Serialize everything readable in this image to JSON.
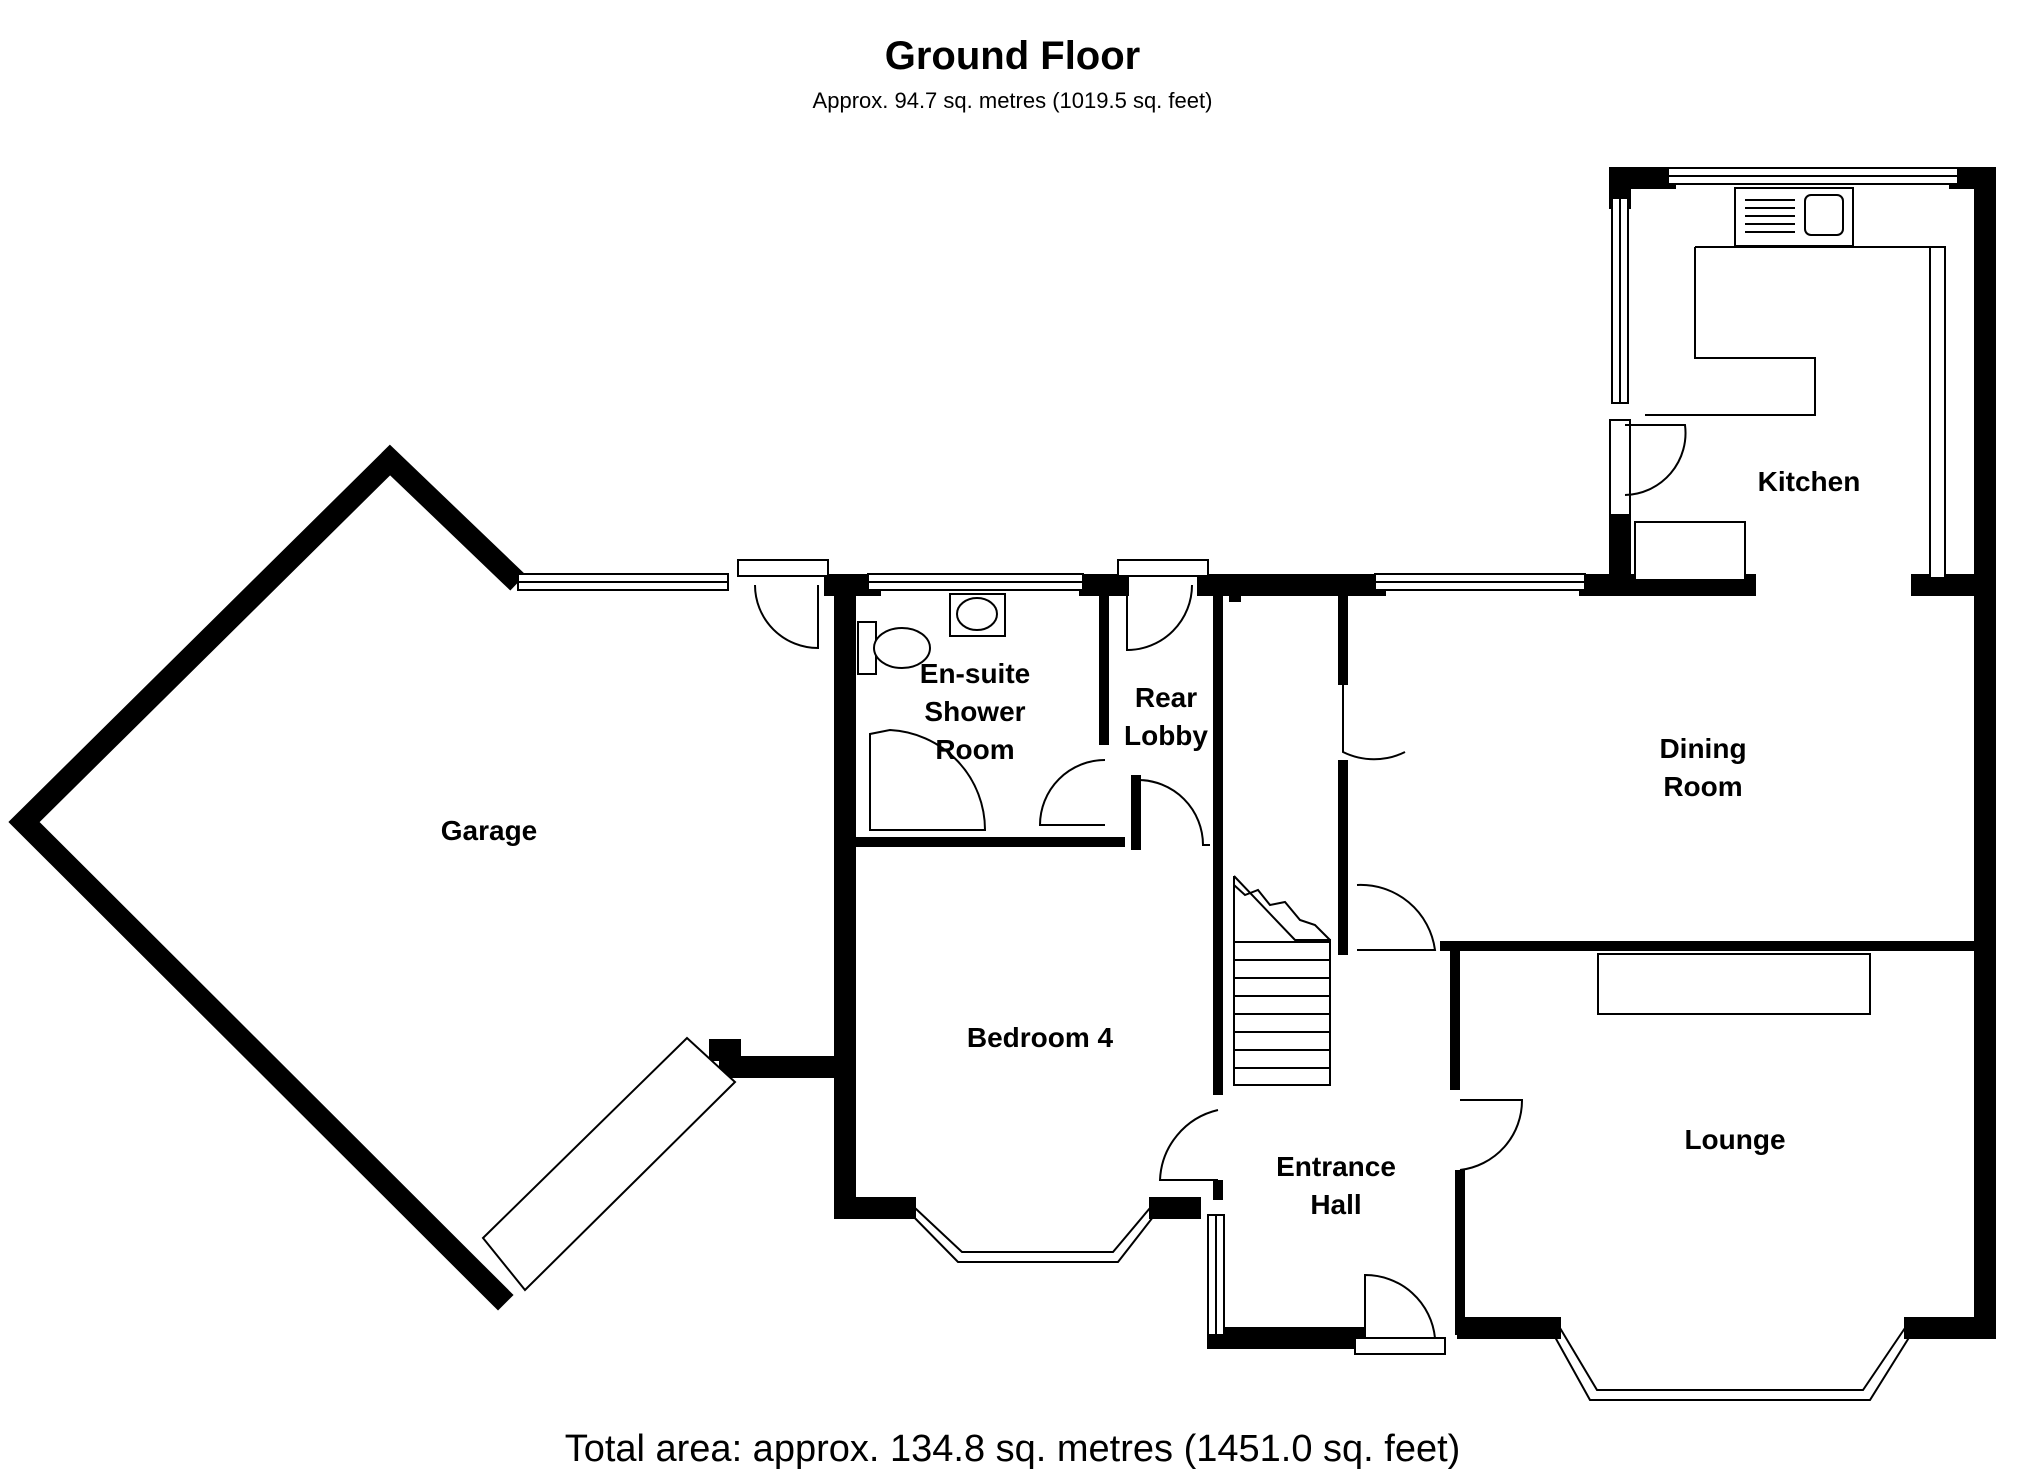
{
  "header": {
    "title": "Ground Floor",
    "subtitle": "Approx. 94.7 sq. metres (1019.5 sq. feet)"
  },
  "footer": {
    "total": "Total area: approx. 134.8 sq. metres (1451.0 sq. feet)"
  },
  "rooms": {
    "garage": [
      "Garage"
    ],
    "ensuite": [
      "En-suite",
      "Shower",
      "Room"
    ],
    "rear_lobby": [
      "Rear",
      "Lobby"
    ],
    "kitchen": [
      "Kitchen"
    ],
    "dining": [
      "Dining",
      "Room"
    ],
    "bedroom4": [
      "Bedroom 4"
    ],
    "entrance_hall": [
      "Entrance",
      "Hall"
    ],
    "lounge": [
      "Lounge"
    ]
  },
  "colors": {
    "wall": "#000000",
    "line": "#000000",
    "background": "#ffffff"
  }
}
